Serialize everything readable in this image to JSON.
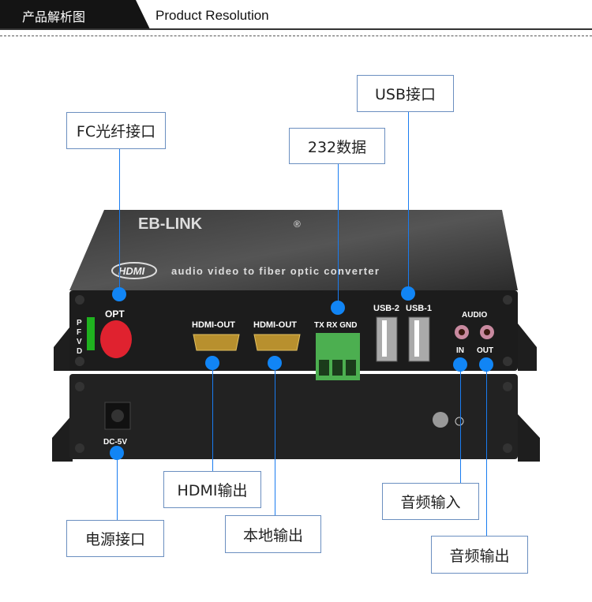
{
  "header": {
    "title_cn": "产品解析图",
    "title_en": "Product Resolution"
  },
  "device": {
    "brand": "EB-LINK",
    "tagline": "audio video to fiber optic converter",
    "hdmi_logo": "HDMI",
    "labels": {
      "opt": "OPT",
      "leds": [
        "P",
        "F",
        "V",
        "D"
      ],
      "hdmi_out_1": "HDMI-OUT",
      "hdmi_out_2": "HDMI-OUT",
      "serial": "TX RX GND",
      "usb2": "USB-2",
      "usb1": "USB-1",
      "audio": "AUDIO",
      "audio_in": "IN",
      "audio_out": "OUT",
      "power": "DC-5V"
    }
  },
  "callouts": {
    "fiber": "FC光纤接口",
    "rs232": "232数据",
    "usb": "USB接口",
    "hdmi_out": "HDMI输出",
    "local_out": "本地输出",
    "power": "电源接口",
    "audio_in": "音频输入",
    "audio_out": "音频输出"
  },
  "colors": {
    "accent": "#1185f5",
    "device": "#2a2a2a",
    "terminal": "#4caf50",
    "fiber_cap": "#e0222f"
  }
}
